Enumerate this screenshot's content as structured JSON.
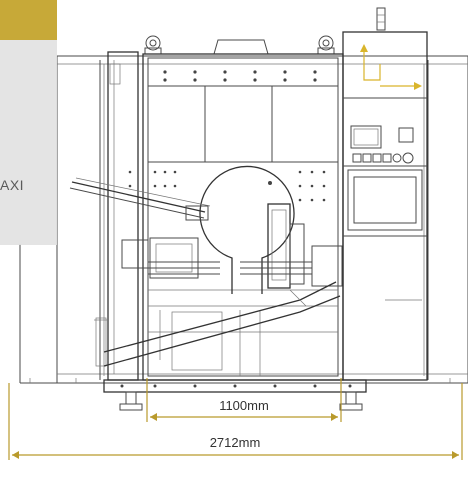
{
  "panel": {
    "label_fragment": "AXI",
    "accent_color": "#c7a938",
    "panel_color": "#e2e2e2"
  },
  "dimensions": {
    "inner_width": "1100mm",
    "overall_width": "2712mm",
    "line_color": "#b99a2c"
  },
  "icons": {
    "axis_gizmo": "axis-arrows-icon",
    "beacon": "beacon-light-icon"
  }
}
